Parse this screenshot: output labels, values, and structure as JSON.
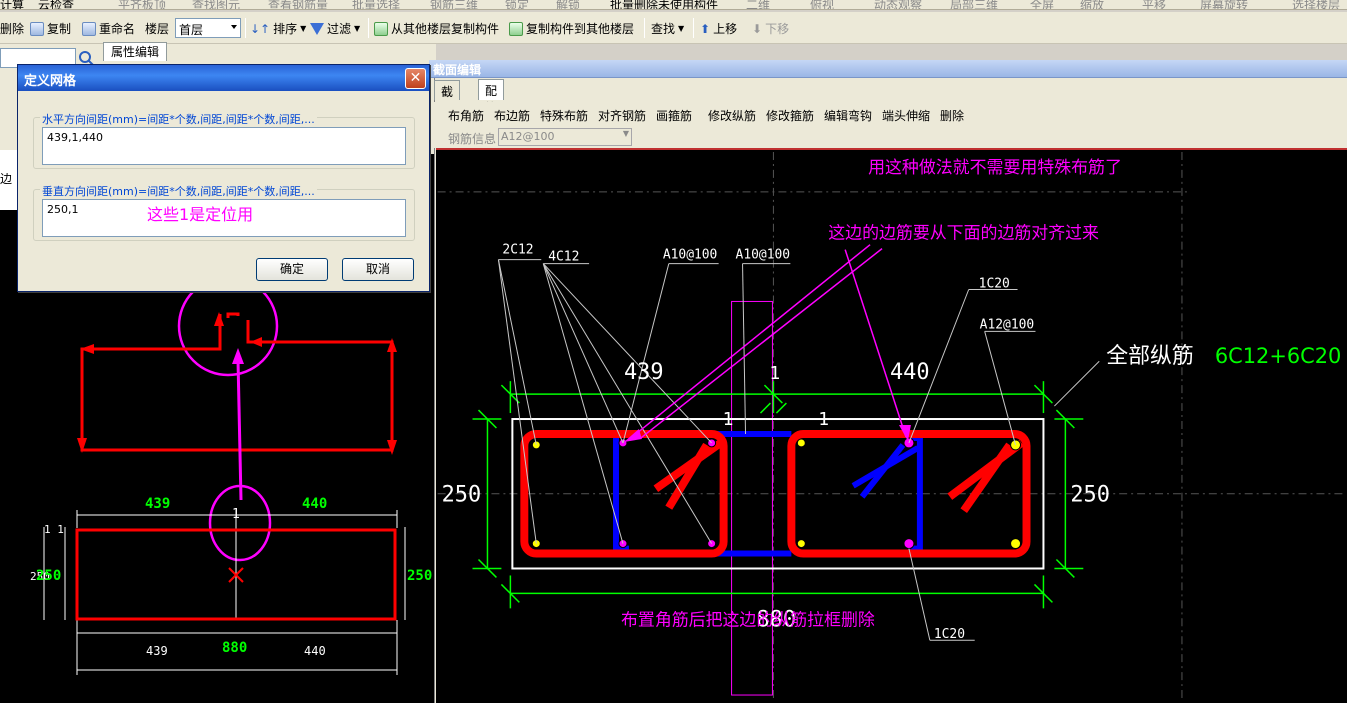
{
  "top_toolbar": {
    "items": [
      "计算",
      "云检查",
      "平齐板顶",
      "查找图元",
      "查看钢筋量",
      "批量选择",
      "钢筋三维",
      "锁定",
      "解锁",
      "批量删除未使用构件",
      "二维",
      "俯视",
      "动态观察",
      "局部三维",
      "全屏",
      "缩放",
      "平移",
      "屏幕旋转",
      "选择楼层"
    ]
  },
  "toolbar": {
    "delete": "删除",
    "copy": "复制",
    "rename": "重命名",
    "floor_label": "楼层",
    "floor_value": "首层",
    "sort": "排序",
    "filter": "过滤",
    "copy_from_floor": "从其他楼层复制构件",
    "copy_to_floor": "复制构件到其他楼层",
    "find": "查找",
    "move_up": "上移",
    "move_down": "下移"
  },
  "left_panel": {
    "property_tab": "属性编辑",
    "side_label": "边"
  },
  "dialog": {
    "title": "定义网格",
    "horizontal_label": "水平方向间距(mm)=间距*个数,间距,间距*个数,间距,...",
    "horizontal_value": "439,1,440",
    "vertical_label": "垂直方向间距(mm)=间距*个数,间距,间距*个数,间距,...",
    "vertical_value": "250,1",
    "annotation": "这些1是定位用",
    "ok": "确定",
    "cancel": "取消"
  },
  "section_editor": {
    "title": "截面编辑",
    "tabs": [
      "截面",
      "配筋"
    ],
    "commands": [
      "布角筋",
      "布边筋",
      "特殊布筋",
      "对齐钢筋",
      "画箍筋",
      "修改纵筋",
      "修改箍筋",
      "编辑弯钩",
      "端头伸缩",
      "删除"
    ],
    "rebar_info_label": "钢筋信息",
    "rebar_info_value": "A12@100"
  },
  "left_drawing": {
    "dim_top_left": "439",
    "dim_top_right": "440",
    "dim_one": "1",
    "dim_small_ones": "1 1",
    "dim_left": "250",
    "dim_left_ghost": "250",
    "dim_right": "250",
    "dim_bottom_left": "439",
    "dim_bottom_total": "880",
    "dim_bottom_right": "440"
  },
  "right_drawing": {
    "note_top": "用这种做法就不需要用特殊布筋了",
    "note_align": "这边的边筋要从下面的边筋对齐过来",
    "note_bottom": "布置角筋后把这边的纵筋拉框删除",
    "label_2c12": "2C12",
    "label_4c12": "4C12",
    "label_a10_1": "A10@100",
    "label_a10_2": "A10@100",
    "label_1c20_top": "1C20",
    "label_a12": "A12@100",
    "label_1c20_bottom": "1C20",
    "all_long_label": "全部纵筋",
    "all_long_value": "6C12+6C20",
    "dim_439": "439",
    "dim_1_top": "1",
    "dim_440": "440",
    "dim_1_a": "1",
    "dim_1_b": "1",
    "dim_250_left": "250",
    "dim_250_right": "250",
    "dim_880": "880"
  }
}
